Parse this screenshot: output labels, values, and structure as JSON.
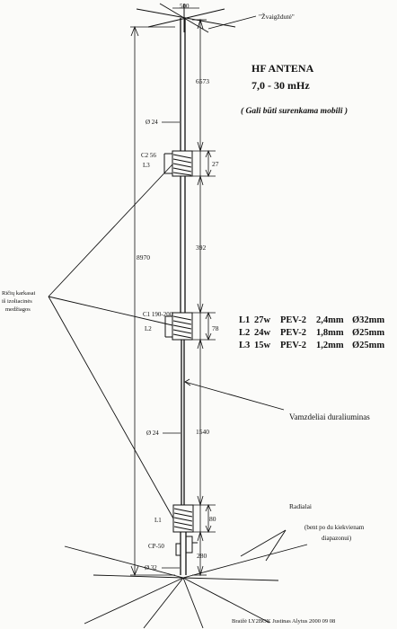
{
  "top_width": "500",
  "star_label": "\"Žvaigždutė\"",
  "title": "HF  ANTENA",
  "freq": "7,0 - 30 mHz",
  "mobile_note": "( Gali būti surenkama mobili )",
  "dims": {
    "seg_top": "6573",
    "diam_top": "Ø 24",
    "coil_c2": "27",
    "seg_mid": "392",
    "total": "8970",
    "coil_c1": "78",
    "diam_low": "Ø 24",
    "seg_low": "1540",
    "coil_l1": "80",
    "base": "280",
    "diam_base": "Ø 32"
  },
  "labels": {
    "c2": "C2  56",
    "l3": "L3",
    "c1": "C1  190-200",
    "l2": "L2",
    "l1": "L1",
    "cp": "CP-50",
    "former_1": "Ričių karkasai",
    "former_2": "iš izoliacinės",
    "former_3": "medžiagos",
    "tube": "Vamzdeliai  duraliuminas",
    "radials": "Radialai",
    "radials_note_1": "(bent po du kiekvienam",
    "radials_note_2": "diapazonui)"
  },
  "coil_table": [
    {
      "coil": "L1",
      "turns": "27w",
      "wire": "PEV-2",
      "wire_d": "2,4mm",
      "form_d": "Ø32mm"
    },
    {
      "coil": "L2",
      "turns": "24w",
      "wire": "PEV-2",
      "wire_d": "1,8mm",
      "form_d": "Ø25mm"
    },
    {
      "coil": "L3",
      "turns": "15w",
      "wire": "PEV-2",
      "wire_d": "1,2mm",
      "form_d": "Ø25mm"
    }
  ],
  "footer": "Braižė  LY2BOK  Justinas  Alytus    2000 09 08"
}
